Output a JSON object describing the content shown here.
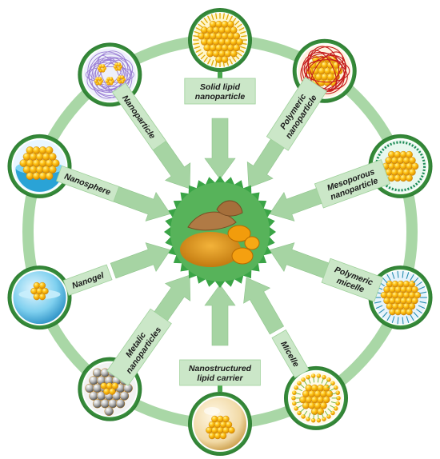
{
  "diagram": {
    "center": {
      "name": "Turmeric / curcumin",
      "icon": "turmeric-icon"
    },
    "colors": {
      "ring": "#a9d7a6",
      "disc": "#57b35a",
      "disc_dark": "#2f8a36",
      "arrow": "#a6d4a3",
      "label_box": "#cbe7c8",
      "particle": "#f7b400",
      "particle_light": "#ffe27a"
    },
    "nodes": [
      {
        "key": "solid-lipid-nanoparticle",
        "label": [
          "Solid lipid",
          "nanoparticle"
        ]
      },
      {
        "key": "polymeric-nanoparticle",
        "label": [
          "Polymeric",
          "nanoparticle"
        ]
      },
      {
        "key": "mesoporous-nanoparticle",
        "label": [
          "Mesoporous",
          "nanoparticle"
        ]
      },
      {
        "key": "polymeric-micelle",
        "label": [
          "Polymeric",
          "micelle"
        ]
      },
      {
        "key": "micelle",
        "label": [
          "Micelle"
        ]
      },
      {
        "key": "nanostructured-lipid-carrier",
        "label": [
          "Nanostructured",
          "lipid carrier"
        ]
      },
      {
        "key": "metalic-nanoparticles",
        "label": [
          "Metalic",
          "nanoparticles"
        ]
      },
      {
        "key": "nanogel",
        "label": [
          "Nanogel"
        ]
      },
      {
        "key": "nanosphere",
        "label": [
          "Nanosphere"
        ]
      },
      {
        "key": "nanoparticle",
        "label": [
          "Nanoparticle"
        ]
      }
    ]
  }
}
